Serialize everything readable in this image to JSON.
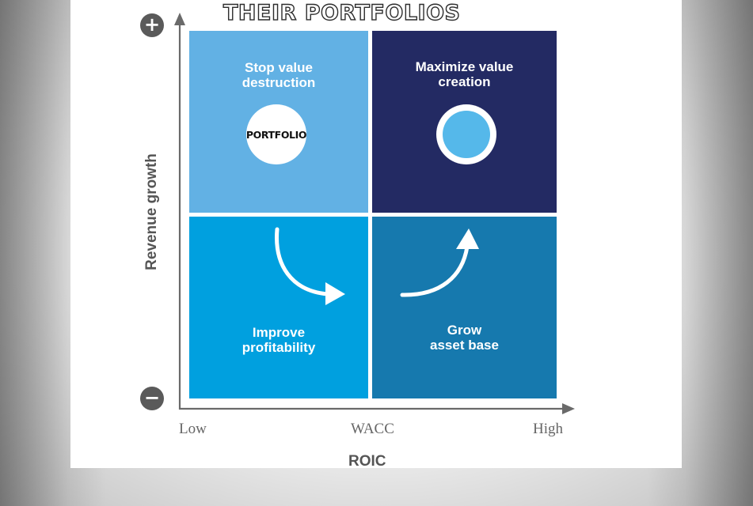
{
  "title": "THEIR PORTFOLIOS",
  "quadrants": {
    "top_left": {
      "line1": "Stop value",
      "line2": "destruction"
    },
    "top_right": {
      "line1": "Maximize value",
      "line2": "creation"
    },
    "bottom_left": {
      "line1": "Improve",
      "line2": "profitability"
    },
    "bottom_right": {
      "line1": "Grow",
      "line2": "asset base"
    }
  },
  "portfolio_label": "PORTFOLIO",
  "axes": {
    "y_label": "Revenue growth",
    "x_label": "ROIC",
    "y_top_sign": "+",
    "y_bottom_sign": "−",
    "x_ticks": [
      "Low",
      "WACC",
      "High"
    ]
  },
  "colors": {
    "top_left": "#62b1e4",
    "top_right": "#232a63",
    "bottom_left": "#00a0df",
    "bottom_right": "#1679ae",
    "axis": "#6a6a6a"
  },
  "icons": {
    "plus": "plus-circle-icon",
    "minus": "minus-circle-icon",
    "arrow_down_right": "curved-arrow-right-icon",
    "arrow_up_right": "curved-arrow-up-icon"
  }
}
